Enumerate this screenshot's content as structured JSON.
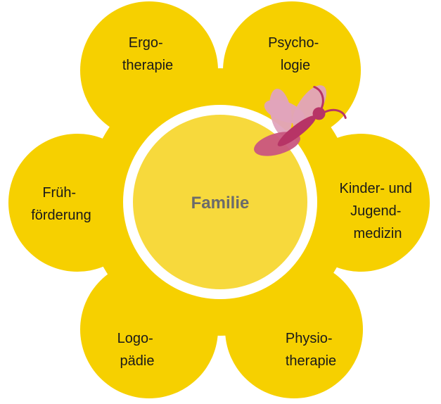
{
  "colors": {
    "flower": "#f6d000",
    "ring": "#ffffff",
    "center": "#f7d93c",
    "center_text": "#6b6b6b",
    "label_text": "#1a1a1a",
    "butterfly_body": "#b73466",
    "butterfly_wing_front": "#c9567f",
    "butterfly_wing_back": "#e0a3bc"
  },
  "center": {
    "label": "Familie"
  },
  "petals": [
    {
      "id": "ergotherapie",
      "lines": [
        "Ergo-",
        "therapie"
      ]
    },
    {
      "id": "psychologie",
      "lines": [
        "Psycho-",
        "logie"
      ]
    },
    {
      "id": "kinder-jugendmedizin",
      "lines": [
        "Kinder- und",
        "Jugend-",
        "medizin"
      ]
    },
    {
      "id": "physiotherapie",
      "lines": [
        "Physio-",
        "therapie"
      ]
    },
    {
      "id": "logopaedie",
      "lines": [
        "Logo-",
        "pädie"
      ]
    },
    {
      "id": "fruehfoerderung",
      "lines": [
        "Früh-",
        "förderung"
      ]
    }
  ],
  "icons": {
    "decoration": "butterfly-icon"
  }
}
